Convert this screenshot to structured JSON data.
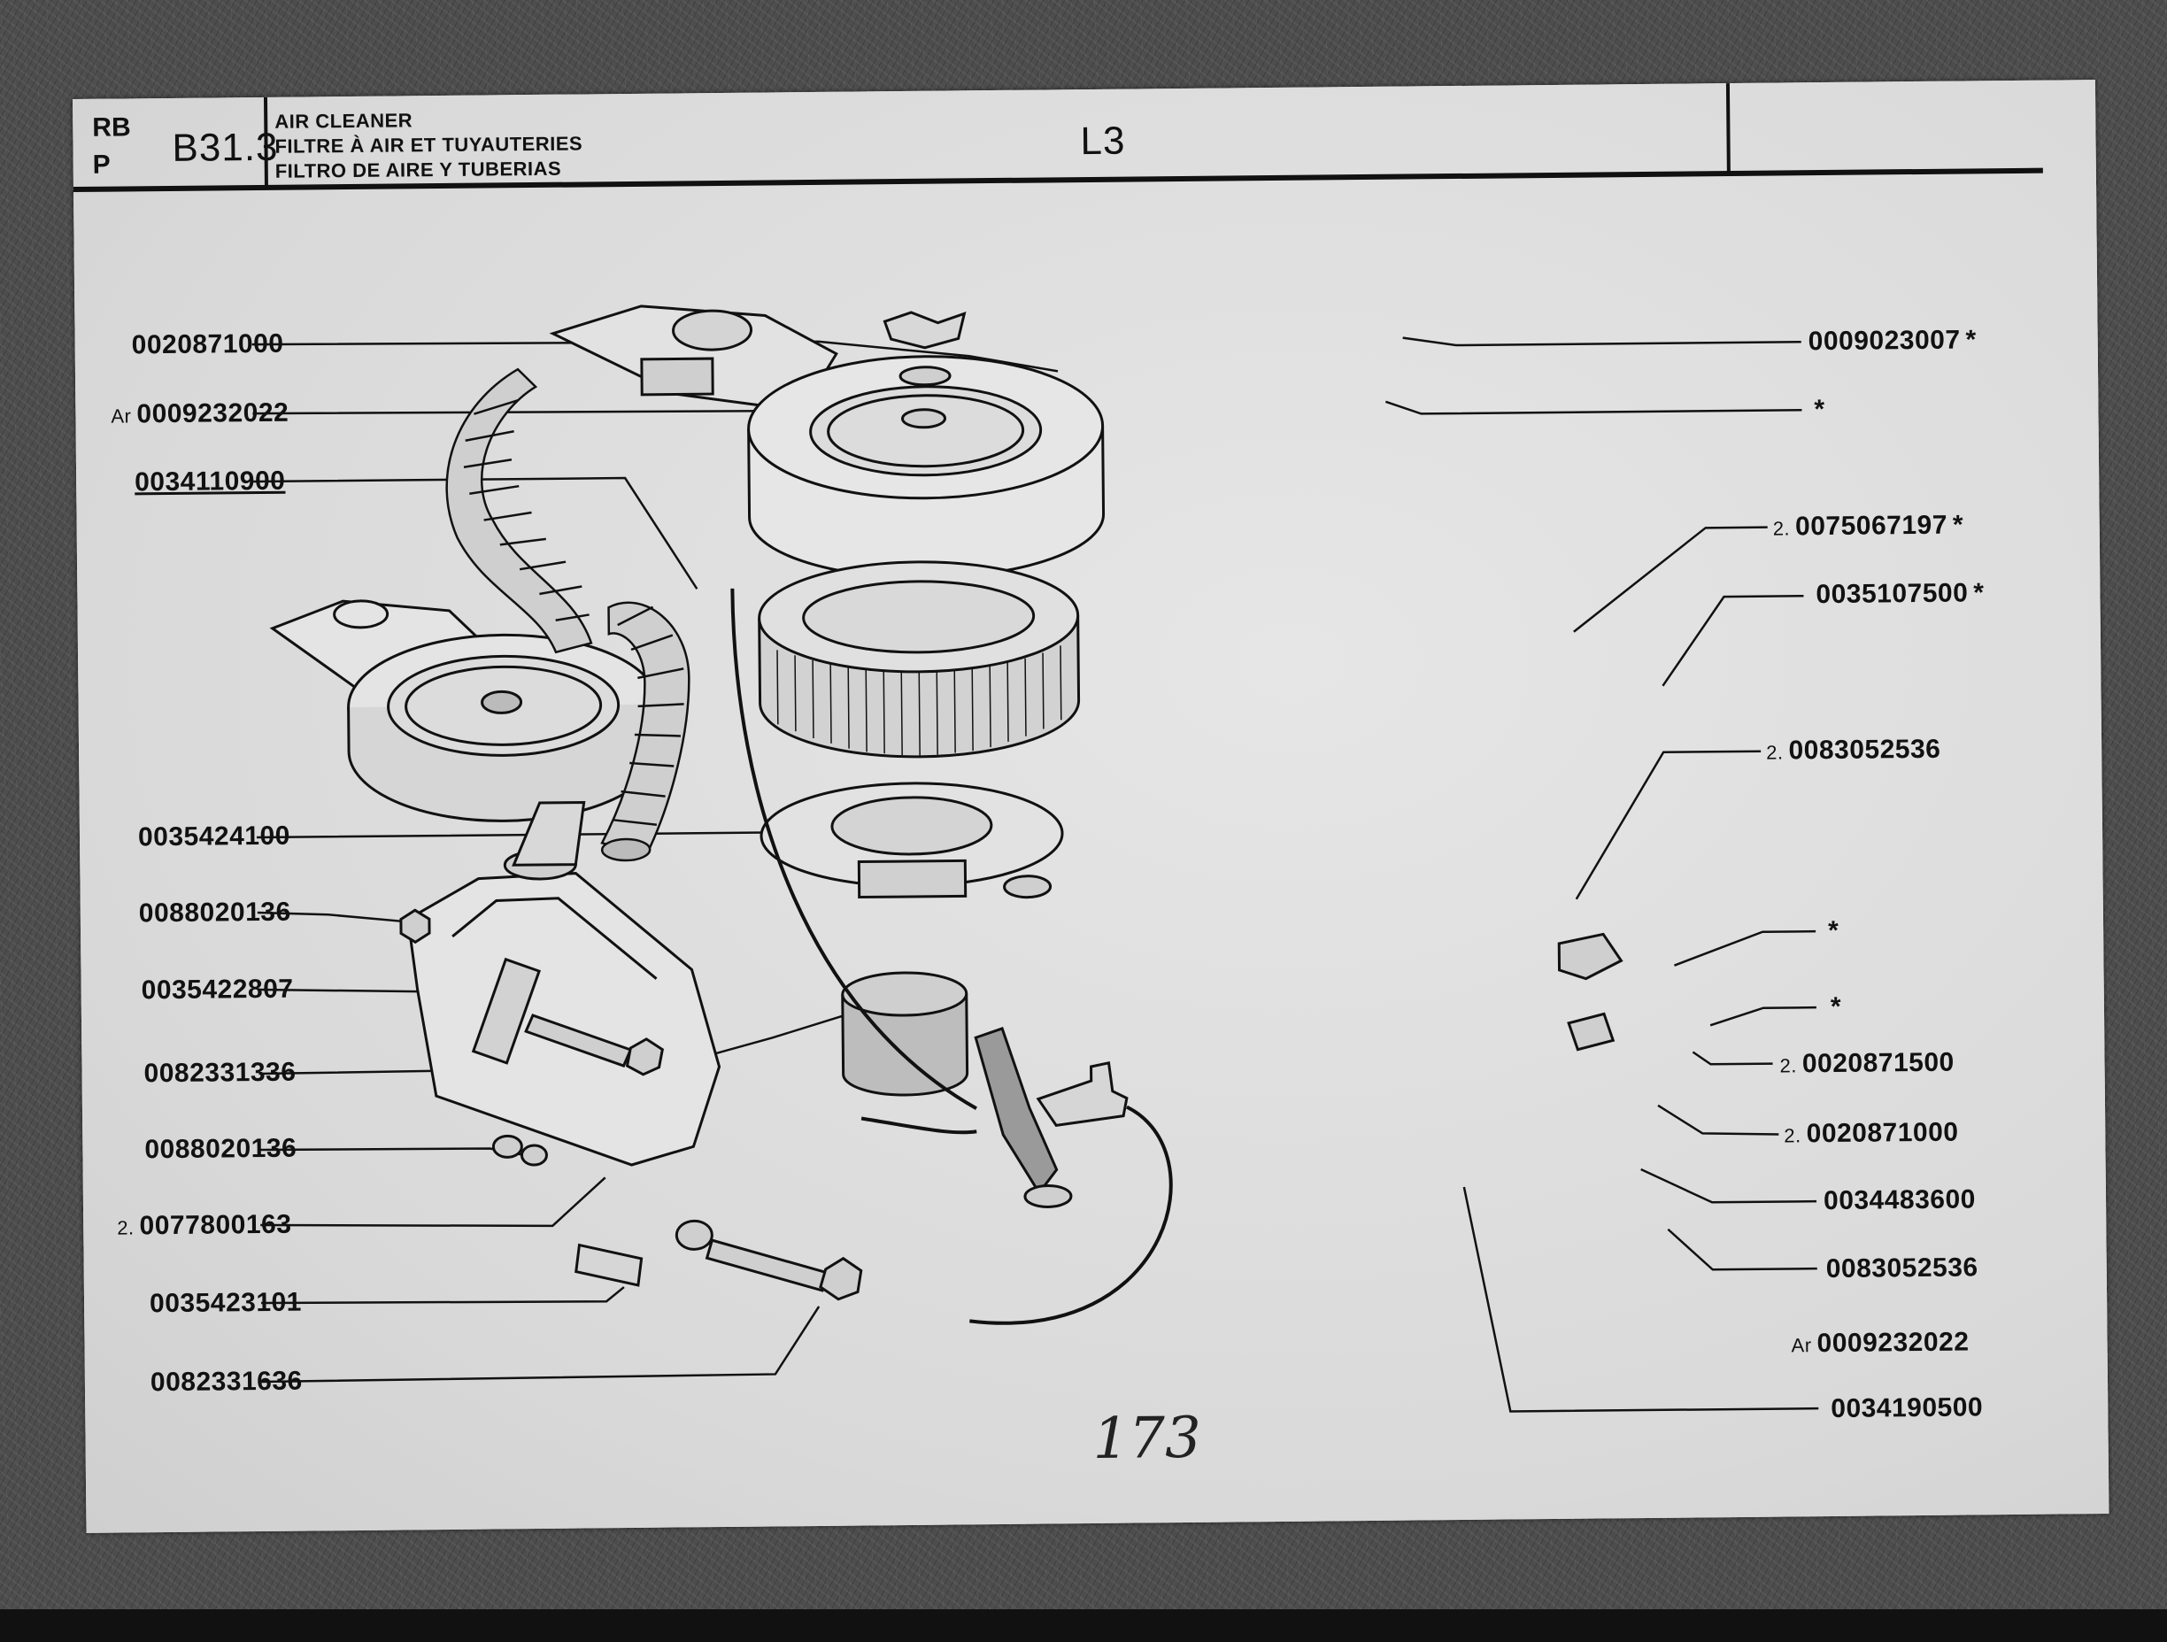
{
  "header": {
    "code_rb": "RB",
    "code_p": "P",
    "ref": "B31.3",
    "title_en": "AIR CLEANER",
    "title_fr": "FILTRE À AIR ET TUYAUTERIES",
    "title_es": "FILTRO DE AIRE Y TUBERIAS",
    "section": "L3"
  },
  "labels_left": [
    {
      "prefix": "",
      "number": "0020871000",
      "suffix": ""
    },
    {
      "prefix": "Ar",
      "number": "0009232022",
      "suffix": ""
    },
    {
      "prefix": "",
      "number": "0034110900",
      "suffix": ""
    },
    {
      "prefix": "",
      "number": "0035424100",
      "suffix": ""
    },
    {
      "prefix": "",
      "number": "0088020136",
      "suffix": ""
    },
    {
      "prefix": "",
      "number": "0035422807",
      "suffix": ""
    },
    {
      "prefix": "",
      "number": "0082331336",
      "suffix": ""
    },
    {
      "prefix": "",
      "number": "0088020136",
      "suffix": ""
    },
    {
      "prefix": "2.",
      "number": "0077800163",
      "suffix": ""
    },
    {
      "prefix": "",
      "number": "0035423101",
      "suffix": ""
    },
    {
      "prefix": "",
      "number": "0082331636",
      "suffix": ""
    }
  ],
  "labels_right": [
    {
      "prefix": "",
      "number": "0009023007",
      "suffix": "*"
    },
    {
      "prefix": "",
      "number": "",
      "suffix": "*"
    },
    {
      "prefix": "2.",
      "number": "0075067197",
      "suffix": "*"
    },
    {
      "prefix": "",
      "number": "0035107500",
      "suffix": "*"
    },
    {
      "prefix": "2.",
      "number": "0083052536",
      "suffix": ""
    },
    {
      "prefix": "",
      "number": "",
      "suffix": "*"
    },
    {
      "prefix": "",
      "number": "",
      "suffix": "*"
    },
    {
      "prefix": "2.",
      "number": "0020871500",
      "suffix": ""
    },
    {
      "prefix": "2.",
      "number": "0020871000",
      "suffix": ""
    },
    {
      "prefix": "",
      "number": "0034483600",
      "suffix": ""
    },
    {
      "prefix": "",
      "number": "0083052536",
      "suffix": ""
    },
    {
      "prefix": "Ar",
      "number": "0009232022",
      "suffix": ""
    },
    {
      "prefix": "",
      "number": "0034190500",
      "suffix": ""
    }
  ],
  "page_number": "173"
}
